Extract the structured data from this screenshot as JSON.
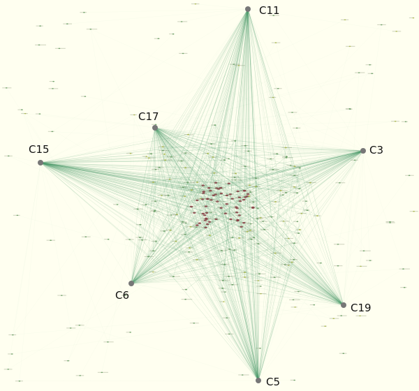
{
  "graph": {
    "background_color": "#fffff0",
    "hub_color": "#777777",
    "edge_color": "#4a9a6a",
    "node_colors": {
      "green": "#5aa05a",
      "yellow_green": "#b8c43a",
      "dark_red": "#8a2a3a"
    },
    "hubs": [
      {
        "id": "C11",
        "label": "C11"
      },
      {
        "id": "C3",
        "label": "C3"
      },
      {
        "id": "C19",
        "label": "C19"
      },
      {
        "id": "C5",
        "label": "C5"
      },
      {
        "id": "C6",
        "label": "C6"
      },
      {
        "id": "C15",
        "label": "C15"
      },
      {
        "id": "C17",
        "label": "C17"
      }
    ]
  }
}
